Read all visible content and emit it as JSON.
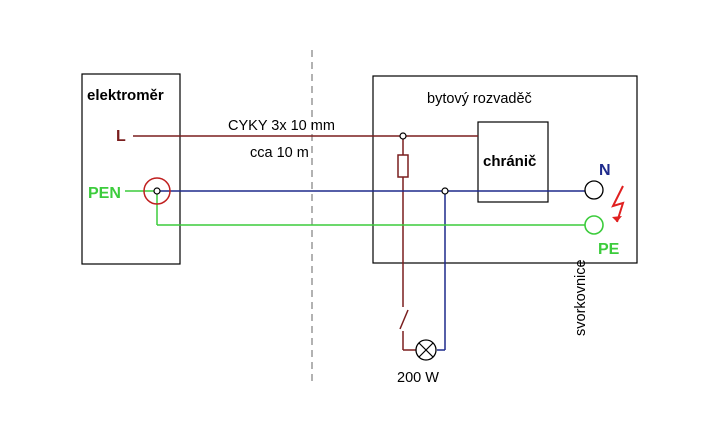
{
  "labels": {
    "meter": "elektroměr",
    "L": "L",
    "PEN": "PEN",
    "cable_type": "CYKY 3x 10 mm",
    "cable_length": "cca 10 m",
    "panel": "bytový rozvaděč",
    "rcd": "chránič",
    "N": "N",
    "PE": "PE",
    "terminals": "svorkovnice",
    "lamp_power": "200 W"
  },
  "colors": {
    "phase": "#7a1e1e",
    "neutral": "#1e2a8c",
    "protective": "#3ccc3c",
    "pen_ring": "#c02020",
    "hazard": "#e02020",
    "outline": "#000000",
    "divider": "#999999"
  },
  "icons": {
    "hazard": "lightning-bolt-icon",
    "lamp": "lamp-cross-icon",
    "fuse": "fuse-icon",
    "switch": "switch-icon"
  }
}
